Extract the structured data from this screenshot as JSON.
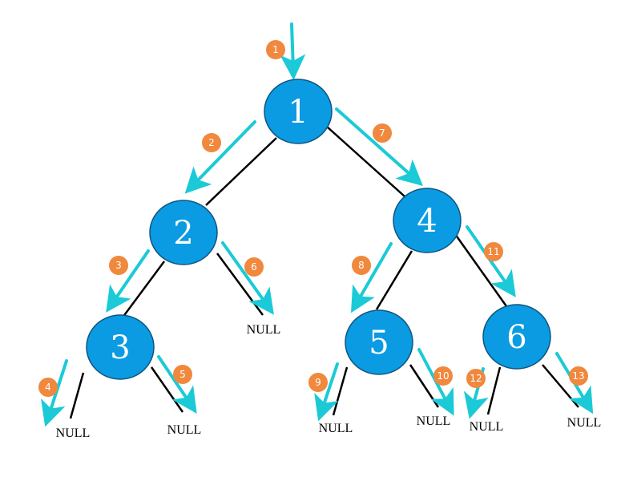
{
  "colors": {
    "node_fill": "#0a9be3",
    "node_stroke": "#10557f",
    "edge": "#000000",
    "arrow": "#1bcad6",
    "step_badge": "#f0883e",
    "text_on_node": "#ffffff"
  },
  "nodes": [
    {
      "id": "n1",
      "label": "1"
    },
    {
      "id": "n2",
      "label": "2"
    },
    {
      "id": "n3",
      "label": "3"
    },
    {
      "id": "n4",
      "label": "4"
    },
    {
      "id": "n5",
      "label": "5"
    },
    {
      "id": "n6",
      "label": "6"
    }
  ],
  "nulls": [
    {
      "id": "null-3-left",
      "label": "NULL"
    },
    {
      "id": "null-3-right",
      "label": "NULL"
    },
    {
      "id": "null-2-right",
      "label": "NULL"
    },
    {
      "id": "null-5-left",
      "label": "NULL"
    },
    {
      "id": "null-5-right",
      "label": "NULL"
    },
    {
      "id": "null-6-left",
      "label": "NULL"
    },
    {
      "id": "null-6-right",
      "label": "NULL"
    }
  ],
  "steps": [
    {
      "label": "1"
    },
    {
      "label": "2"
    },
    {
      "label": "3"
    },
    {
      "label": "4"
    },
    {
      "label": "5"
    },
    {
      "label": "6"
    },
    {
      "label": "7"
    },
    {
      "label": "8"
    },
    {
      "label": "9"
    },
    {
      "label": "10"
    },
    {
      "label": "11"
    },
    {
      "label": "12"
    },
    {
      "label": "13"
    }
  ]
}
